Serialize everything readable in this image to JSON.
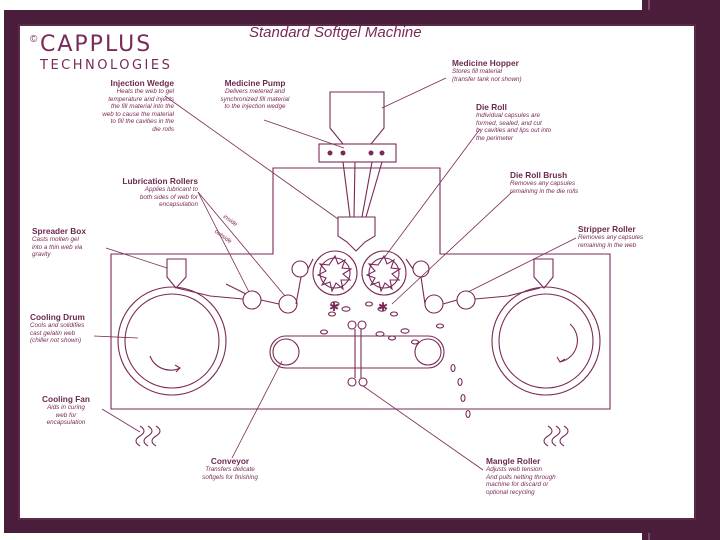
{
  "title": "Standard Softgel Machine",
  "logo": {
    "mark": "©",
    "line1": "CAPPLUS",
    "line2": "TECHNOLOGIES"
  },
  "labels": {
    "injection_wedge": {
      "heading": "Injection Wedge",
      "desc": [
        "Heats the web to gel",
        "temperature and injects",
        "the fill material into the",
        "web to cause the material",
        "to fill the cavities in the",
        "die rolls"
      ]
    },
    "medicine_pump": {
      "heading": "Medicine Pump",
      "desc": [
        "Delivers metered and",
        "synchronized fill material",
        "to the injection wedge"
      ]
    },
    "medicine_hopper": {
      "heading": "Medicine Hopper",
      "desc": [
        "Stores fill material",
        "(transfer tank not shown)"
      ]
    },
    "die_roll": {
      "heading": "Die Roll",
      "desc": [
        "Individual capsules are",
        "formed, sealed, and cut",
        "by cavities and lips out into",
        "the perimeter"
      ]
    },
    "lubrication_rollers": {
      "heading": "Lubrication Rollers",
      "desc": [
        "Applies lubricant to",
        "both sides of web for",
        "encapsulation"
      ]
    },
    "die_roll_brush": {
      "heading": "Die Roll Brush",
      "desc": [
        "Removes any capsules",
        "remaining in the die rolls"
      ]
    },
    "spreader_box": {
      "heading": "Spreader Box",
      "desc": [
        "Casts molten gel",
        "into a thin web via",
        "gravity"
      ]
    },
    "stripper_roller": {
      "heading": "Stripper Roller",
      "desc": [
        "Removes any capsules",
        "remaining in the web"
      ]
    },
    "cooling_drum": {
      "heading": "Cooling Drum",
      "desc": [
        "Cools and solidifies",
        "cast gelatin web",
        "(chiller not shown)"
      ]
    },
    "cooling_fan": {
      "heading": "Cooling Fan",
      "desc": [
        "Aids in curing",
        "web for",
        "encapsulation"
      ]
    },
    "conveyor": {
      "heading": "Conveyor",
      "desc": [
        "Transfers delicate",
        "softgels for finishing"
      ]
    },
    "mangle_roller": {
      "heading": "Mangle Roller",
      "desc": [
        "Adjusts web tension",
        "And pulls netting through",
        "machine for discard or",
        "optional recycling"
      ]
    }
  },
  "side_labels": {
    "inside": "inside",
    "outside": "outside"
  },
  "colors": {
    "ink": "#7a2a58",
    "frame": "#4a1e3a",
    "paper": "#ffffff"
  }
}
